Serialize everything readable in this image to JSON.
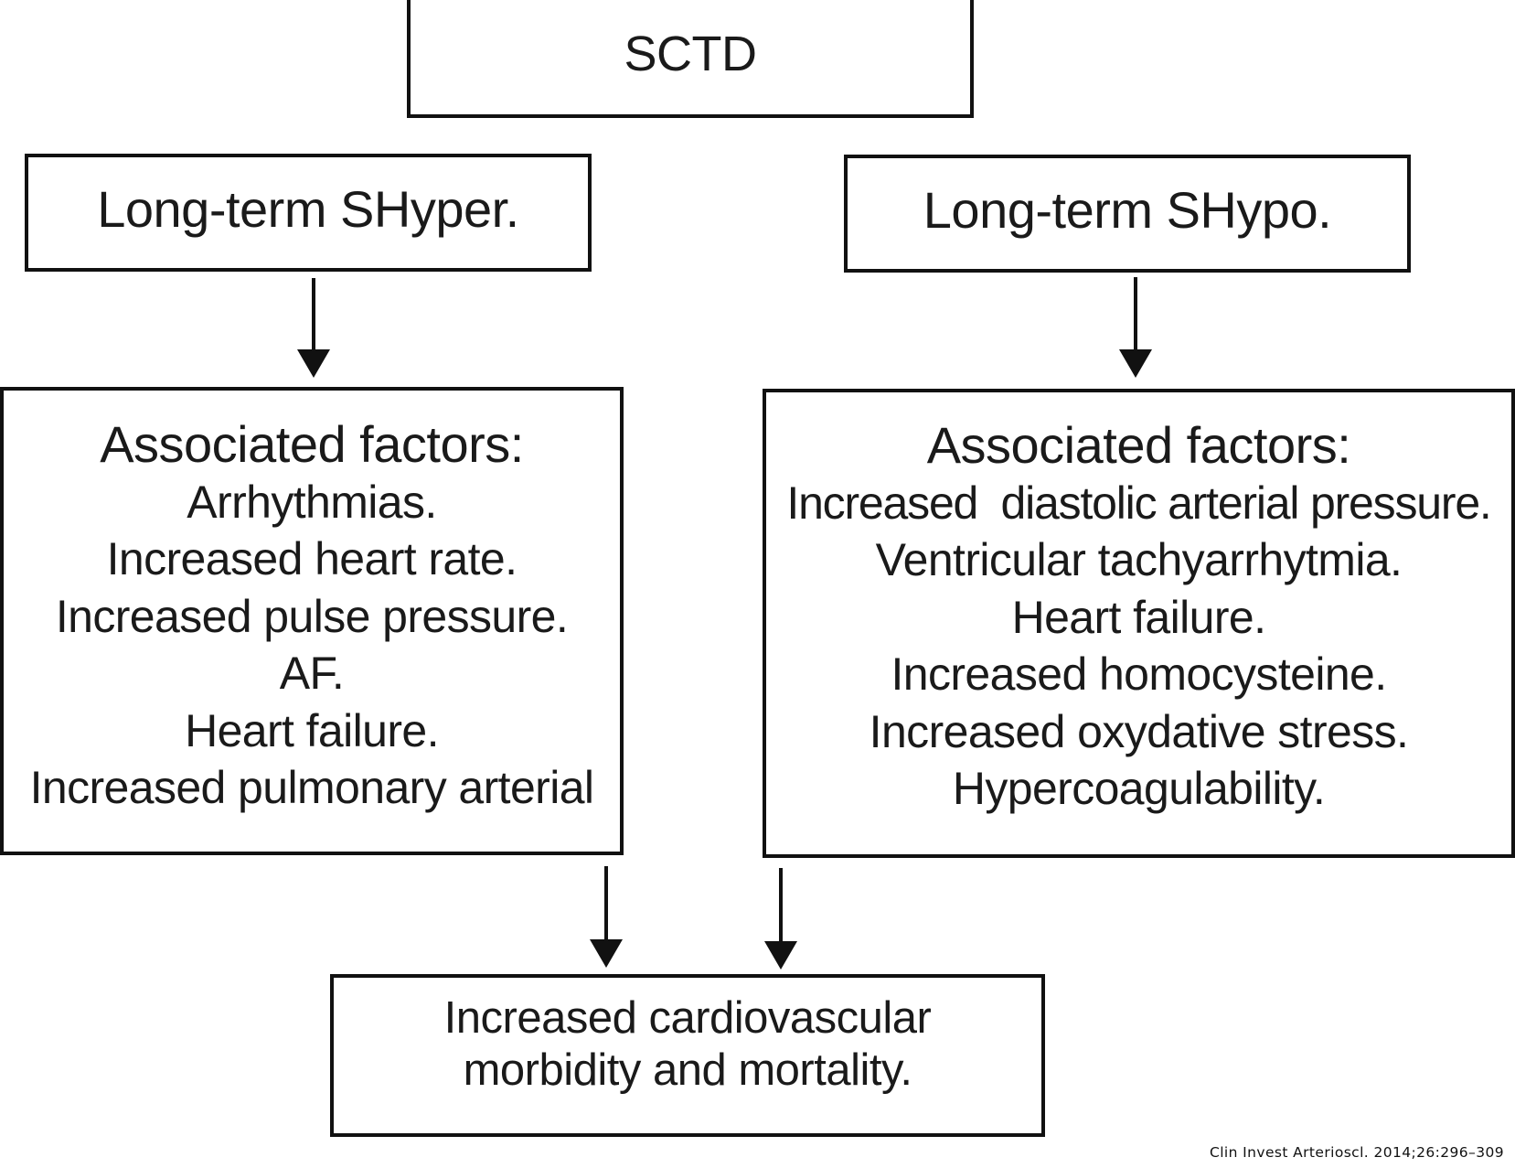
{
  "diagram": {
    "root": {
      "label": "SCTD"
    },
    "branches": [
      {
        "title": "Long-term SHyper.",
        "factors_heading": "Associated factors:",
        "factors": [
          "Arrhythmias.",
          "Increased heart rate.",
          "Increased pulse pressure.",
          "AF.",
          "Heart failure.",
          "Increased pulmonary arterial"
        ]
      },
      {
        "title": "Long-term SHypo.",
        "factors_heading": "Associated factors:",
        "factors": [
          "Increased  diastolic arterial pressure.",
          "Ventricular tachyarrhytmia.",
          "Heart failure.",
          "Increased homocysteine.",
          "Increased oxydative stress.",
          "Hypercoagulability."
        ]
      }
    ],
    "outcome": {
      "line1": "Increased cardiovascular",
      "line2": "morbidity and mortality."
    },
    "arrows": [
      {
        "from": "Long-term SHyper.",
        "to": "Associated factors (SHyper)"
      },
      {
        "from": "Long-term SHypo.",
        "to": "Associated factors (SHypo)"
      },
      {
        "from": "Associated factors (SHyper)",
        "to": "Increased cardiovascular morbidity and mortality."
      },
      {
        "from": "Associated factors (SHypo)",
        "to": "Increased cardiovascular morbidity and mortality."
      }
    ],
    "colors": {
      "line": "#111111",
      "text": "#1a1a1a",
      "background": "#ffffff"
    }
  },
  "citation": "Clin Invest Arterioscl. 2014;26:296–309"
}
